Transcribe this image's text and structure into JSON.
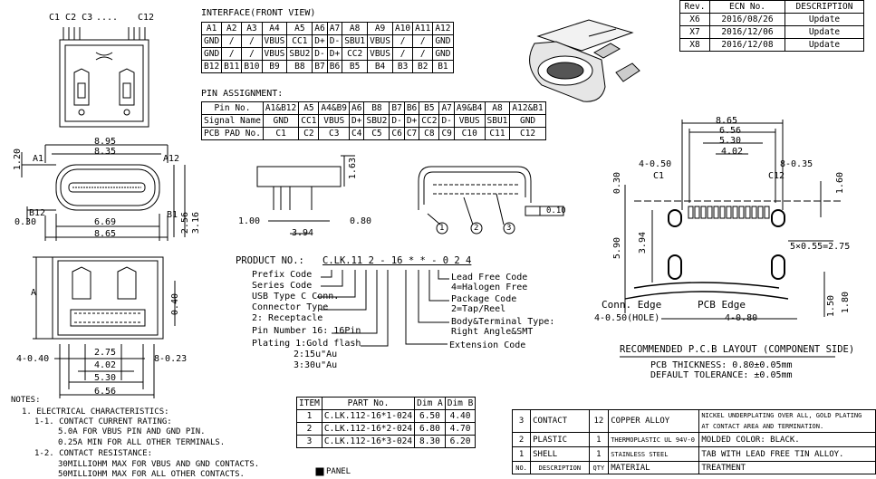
{
  "interface": {
    "title": "INTERFACE(FRONT VIEW)",
    "header": [
      "A1",
      "A2",
      "A3",
      "A4",
      "A5",
      "A6",
      "A7",
      "A8",
      "A9",
      "A10",
      "A11",
      "A12"
    ],
    "row1": [
      "GND",
      "/",
      "/",
      "VBUS",
      "CC1",
      "D+",
      "D-",
      "SBU1",
      "VBUS",
      "/",
      "/",
      "GND"
    ],
    "row2": [
      "GND",
      "/",
      "/",
      "VBUS",
      "SBU2",
      "D-",
      "D+",
      "CC2",
      "VBUS",
      "/",
      "/",
      "GND"
    ],
    "footer": [
      "B12",
      "B11",
      "B10",
      "B9",
      "B8",
      "B7",
      "B6",
      "B5",
      "B4",
      "B3",
      "B2",
      "B1"
    ]
  },
  "pin_assignment": {
    "title": "PIN ASSIGNMENT:",
    "pin_no": [
      "Pin No.",
      "A1&B12",
      "A5",
      "A4&B9",
      "A6",
      "B8",
      "B7",
      "B6",
      "B5",
      "A7",
      "A9&B4",
      "A8",
      "A12&B1"
    ],
    "signal": [
      "Signal Name",
      "GND",
      "CC1",
      "VBUS",
      "D+",
      "SBU2",
      "D-",
      "D+",
      "CC2",
      "D-",
      "VBUS",
      "SBU1",
      "GND"
    ],
    "pad": [
      "PCB PAD No.",
      "C1",
      "C2",
      "C3",
      "C4",
      "C5",
      "C6",
      "C7",
      "C8",
      "C9",
      "C10",
      "C11",
      "C12"
    ]
  },
  "revisions": {
    "header": [
      "Rev.",
      "ECN No.",
      "DESCRIPTION"
    ],
    "rows": [
      [
        "X6",
        "2016/08/26",
        "Update"
      ],
      [
        "X7",
        "2016/12/06",
        "Update"
      ],
      [
        "X8",
        "2016/12/08",
        "Update"
      ]
    ]
  },
  "top_view": {
    "c_label": "C1 C2 C3",
    "dots": "....",
    "c12": "C12"
  },
  "front_dims": {
    "d895": "8.95",
    "d835": "8.35",
    "d120": "1.20",
    "a1": "A1",
    "a12": "A12",
    "b12": "B12",
    "b1": "B1",
    "d030": "0.30",
    "d669": "6.69",
    "d865": "8.65",
    "d256": "2.56",
    "d316": "3.16"
  },
  "side_dims": {
    "d163": "1.63",
    "d100": "1.00",
    "d080": "0.80",
    "d394": "3.94"
  },
  "bottom_dims": {
    "a": "A",
    "d040": "0.40",
    "d040b": "0.40",
    "d275": "2.75",
    "d402": "4.02",
    "d530": "5.30",
    "d656": "6.56",
    "d023": "0.23"
  },
  "callouts": {
    "c1": "1",
    "c2": "2",
    "c3": "3",
    "flat": "0.10"
  },
  "product": {
    "prefix": "PRODUCT NO.:",
    "code": "C.LK.11 2 - 16 * * - 0 2 4",
    "left": [
      "Prefix Code",
      "Series Code",
      "USB Type C Conn.",
      "Connector Type",
      "2: Receptacle",
      "Pin Number 16: 16Pin",
      "Plating 1:Gold flash",
      "2:15u\"Au",
      "3:30u\"Au"
    ],
    "right": [
      "Lead Free Code",
      "4=Halogen Free",
      "Package Code",
      "2=Tap/Reel",
      "Body&Terminal Type:",
      "Right Angle&SMT",
      "Extension Code"
    ]
  },
  "pcb": {
    "d865": "8.65",
    "d656": "6.56",
    "d530": "5.30",
    "d402": "4.02",
    "d450": "4-0.50",
    "d835": "8-0.35",
    "c1": "C1",
    "c12": "C12",
    "d030": "0.30",
    "d160": "1.60",
    "d590": "5.90",
    "d394": "3.94",
    "d275": "5×0.55=2.75",
    "conn_edge": "Conn. Edge",
    "pcb_edge": "PCB Edge",
    "hole": "4-0.50(HOLE)",
    "d480": "4-0.80",
    "d150": "1.50",
    "d180": "1.80",
    "title": "RECOMMENDED P.C.B LAYOUT (COMPONENT SIDE)",
    "thickness": "PCB THICKNESS: 0.80±0.05mm",
    "tolerance": "DEFAULT TOLERANCE: ±0.05mm"
  },
  "notes": {
    "title": "NOTES:",
    "lines": [
      "1. ELECTRICAL CHARACTERISTICS:",
      "1-1. CONTACT CURRENT RATING:",
      "5.0A FOR VBUS PIN AND GND PIN.",
      "0.25A MIN FOR ALL OTHER TERMINALS.",
      "1-2. CONTACT RESISTANCE:",
      "30MILLIOHM MAX FOR VBUS AND GND CONTACTS.",
      "50MILLIOHM MAX FOR ALL OTHER CONTACTS."
    ],
    "panel": "PANEL"
  },
  "parts": {
    "header": [
      "ITEM",
      "PART No.",
      "Dim A",
      "Dim B"
    ],
    "rows": [
      [
        "1",
        "C.LK.112-16*1-024",
        "6.50",
        "4.40"
      ],
      [
        "2",
        "C.LK.112-16*2-024",
        "6.80",
        "4.70"
      ],
      [
        "3",
        "C.LK.112-16*3-024",
        "8.30",
        "6.20"
      ]
    ]
  },
  "bom": {
    "rows": [
      [
        "3",
        "CONTACT",
        "12",
        "COPPER ALLOY",
        "NICKEL UNDERPLATING OVER ALL, GOLD PLATING",
        "AT CONTACT AREA AND TERMINATION."
      ],
      [
        "2",
        "PLASTIC",
        "1",
        "THERMOPLASTIC UL 94V-0",
        "MOLDED COLOR: BLACK.",
        ""
      ],
      [
        "1",
        "SHELL",
        "1",
        "STAINLESS STEEL",
        "TAB WITH LEAD FREE TIN ALLOY.",
        ""
      ]
    ],
    "header": [
      "NO.",
      "DESCRIPTION",
      "QTY",
      "MATERIAL",
      "TREATMENT"
    ]
  }
}
